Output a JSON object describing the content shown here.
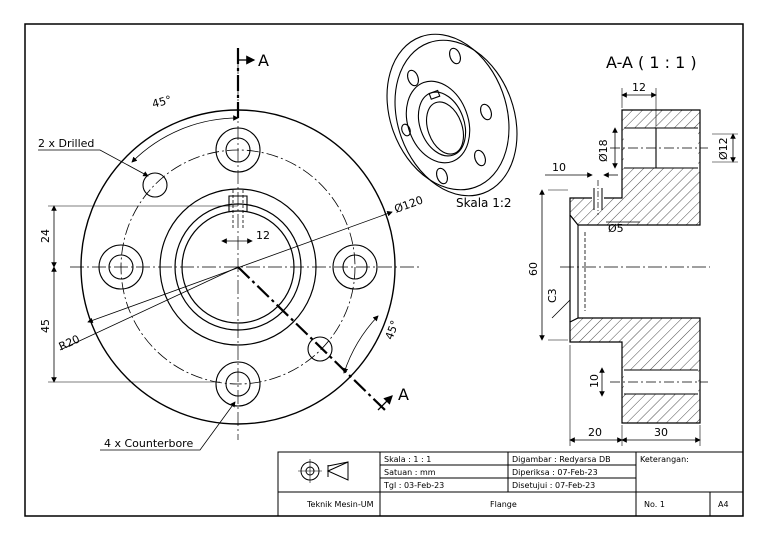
{
  "section_marker": "A",
  "section_title": "A-A ( 1 : 1 )",
  "iso_scale": "Skala 1:2",
  "front": {
    "angle_top": "45°",
    "angle_bottom": "45°",
    "drilled_label": "2 x Drilled",
    "counterbore_label": "4 x Counterbore",
    "dia_outer": "Ø120",
    "keyway_width": "12",
    "dim_24": "24",
    "dim_45": "45",
    "radius": "R20"
  },
  "section": {
    "dim_12_top": "12",
    "dim_dia18": "Ø18",
    "dim_dia12": "Ø12",
    "dim_10_top": "10",
    "dim_dia5": "Ø5",
    "dim_60": "60",
    "dim_c3": "C3",
    "dim_10_bottom": "10",
    "dim_20": "20",
    "dim_30": "30"
  },
  "title_block": {
    "skala": "Skala : 1 : 1",
    "satuan": "Satuan : mm",
    "tgl": "Tgl : 03-Feb-23",
    "digambar": "Digambar : Redyarsa DB",
    "diperiksa": "Diperiksa : 07-Feb-23",
    "disetujui": "Disetujui : 07-Feb-23",
    "keterangan": "Keterangan:",
    "institution": "Teknik Mesin-UM",
    "part_name": "Flange",
    "number": "No. 1",
    "paper": "A4"
  }
}
